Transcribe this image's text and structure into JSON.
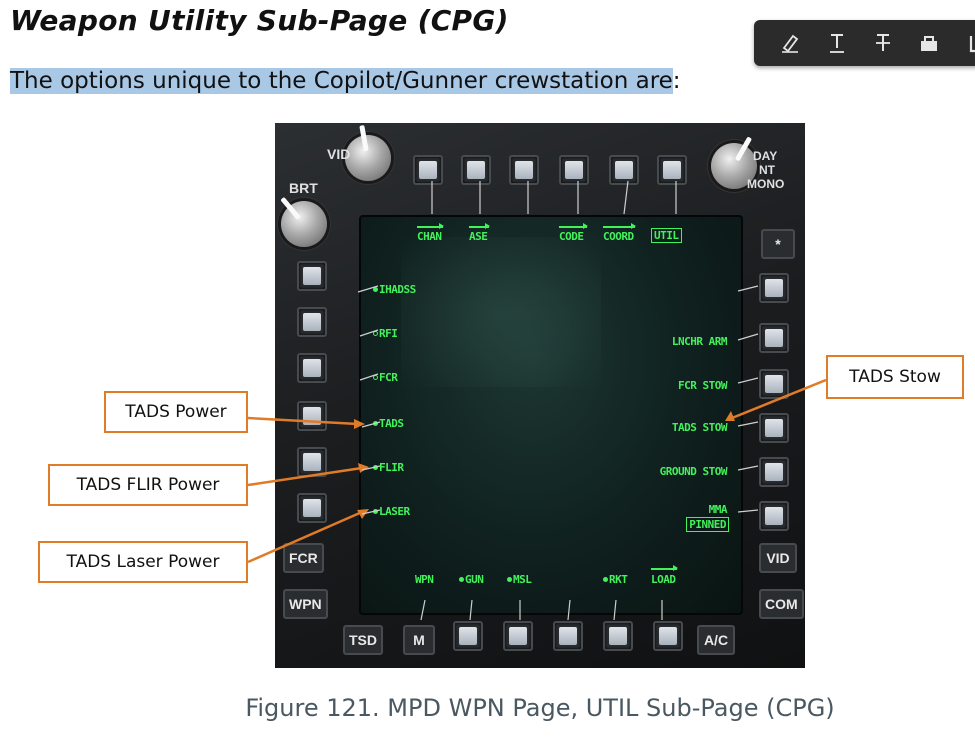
{
  "heading": "Weapon Utility Sub-Page (CPG)",
  "intro": {
    "highlighted": "The options unique to the Copilot/Gunner crewstation are",
    "rest": ":"
  },
  "toolbar": {
    "background": "#2b2b2b",
    "tools": [
      {
        "name": "highlighter-icon"
      },
      {
        "name": "text-underline-icon"
      },
      {
        "name": "text-strikethrough-icon"
      },
      {
        "name": "comment-box-icon"
      },
      {
        "name": "more-icon"
      }
    ]
  },
  "mpd": {
    "screen_color": "#42f25a",
    "top_labels": [
      "CHAN",
      "ASE",
      "CODE",
      "COORD",
      "UTIL"
    ],
    "left_labels": [
      {
        "text": "IHADSS",
        "dot": "filled"
      },
      {
        "text": "RFI",
        "dot": "hollow"
      },
      {
        "text": "FCR",
        "dot": "hollow"
      },
      {
        "text": "TADS",
        "dot": "filled"
      },
      {
        "text": "FLIR",
        "dot": "filled"
      },
      {
        "text": "LASER",
        "dot": "filled"
      }
    ],
    "right_labels": [
      "LNCHR ARM",
      "FCR STOW",
      "TADS STOW",
      "GROUND STOW",
      "MMA"
    ],
    "mma_state": "PINNED",
    "bottom_labels": [
      {
        "text": "WPN",
        "dot": "none"
      },
      {
        "text": "GUN",
        "dot": "filled"
      },
      {
        "text": "MSL",
        "dot": "filled"
      },
      {
        "text": "RKT",
        "dot": "filled"
      },
      {
        "text": "LOAD",
        "dot": "none"
      }
    ],
    "fixed_buttons": {
      "fcr": "FCR",
      "wpn": "WPN",
      "tsd": "TSD",
      "m": "M",
      "ac": "A/C",
      "vid": "VID",
      "com": "COM",
      "star": "*"
    },
    "knobs": {
      "vid": "VID",
      "brt": "BRT",
      "mode": [
        "DAY",
        "NT",
        "MONO"
      ]
    }
  },
  "callouts": {
    "border_color": "#e07b27",
    "tads_power": "TADS Power",
    "tads_flir_power": "TADS FLIR Power",
    "tads_laser_power": "TADS Laser Power",
    "tads_stow": "TADS Stow"
  },
  "caption": "Figure 121. MPD WPN Page, UTIL Sub-Page (CPG)"
}
